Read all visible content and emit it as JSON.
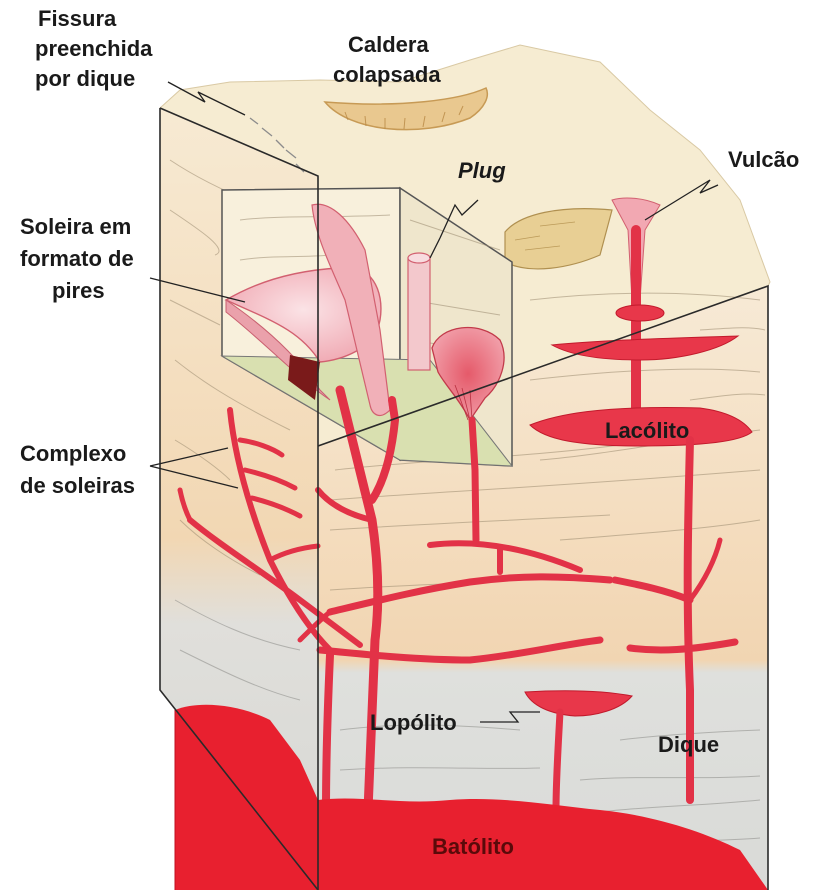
{
  "labels": {
    "fissura": [
      "Fissura",
      "preenchida",
      "por dique"
    ],
    "caldera": [
      "Caldera",
      "colapsada"
    ],
    "plug": "Plug",
    "vulcao": "Vulcão",
    "soleira": [
      "Soleira em",
      "formato de",
      "pires"
    ],
    "complexo": [
      "Complexo",
      "de soleiras"
    ],
    "lacolito": "Lacólito",
    "lopolito": "Lopólito",
    "dique": "Dique",
    "batolito": "Batólito"
  },
  "colors": {
    "surface": "#f5ecd2",
    "upper_strata": "#f5e1c4",
    "lower_strata": "#dedfdc",
    "magma": "#e8374a",
    "batholith": "#e8202f",
    "cutaway_floor": "#d9e0b0",
    "caldera": "#e9c88f"
  }
}
